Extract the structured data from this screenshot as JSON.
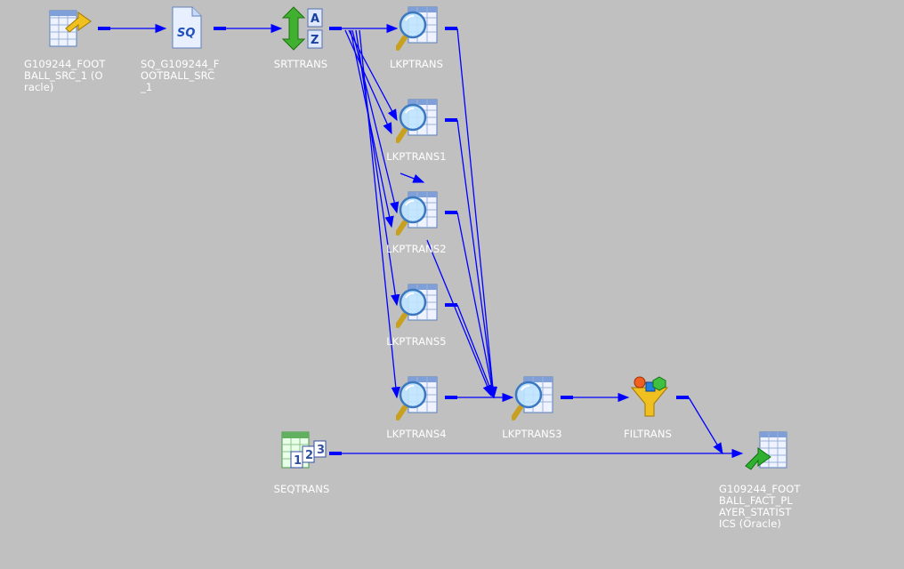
{
  "canvas": {
    "background": "#c0c0c0",
    "link_color": "#0000ff"
  },
  "nodes": {
    "source": {
      "label": "G109244_FOOT\nBALL_SRC_1 (O\nracle)",
      "icon": "source-table-icon"
    },
    "sq": {
      "label": "SQ_G109244_F\nOOTBALL_SRC\n_1",
      "icon": "source-qualifier-icon"
    },
    "srt": {
      "label": "SRTTRANS",
      "icon": "sorter-icon"
    },
    "lkp": {
      "label": "LKPTRANS",
      "icon": "lookup-icon"
    },
    "lkp1": {
      "label": "LKPTRANS1",
      "icon": "lookup-icon"
    },
    "lkp2": {
      "label": "LKPTRANS2",
      "icon": "lookup-icon"
    },
    "lkp5": {
      "label": "LKPTRANS5",
      "icon": "lookup-icon"
    },
    "lkp4": {
      "label": "LKPTRANS4",
      "icon": "lookup-icon"
    },
    "lkp3": {
      "label": "LKPTRANS3",
      "icon": "lookup-icon"
    },
    "fil": {
      "label": "FILTRANS",
      "icon": "filter-icon"
    },
    "seq": {
      "label": "SEQTRANS",
      "icon": "sequence-generator-icon"
    },
    "target": {
      "label": "G109244_FOOT\nBALL_FACT_PL\nAYER_STATIST\nICS (Oracle)",
      "icon": "target-table-icon"
    }
  }
}
